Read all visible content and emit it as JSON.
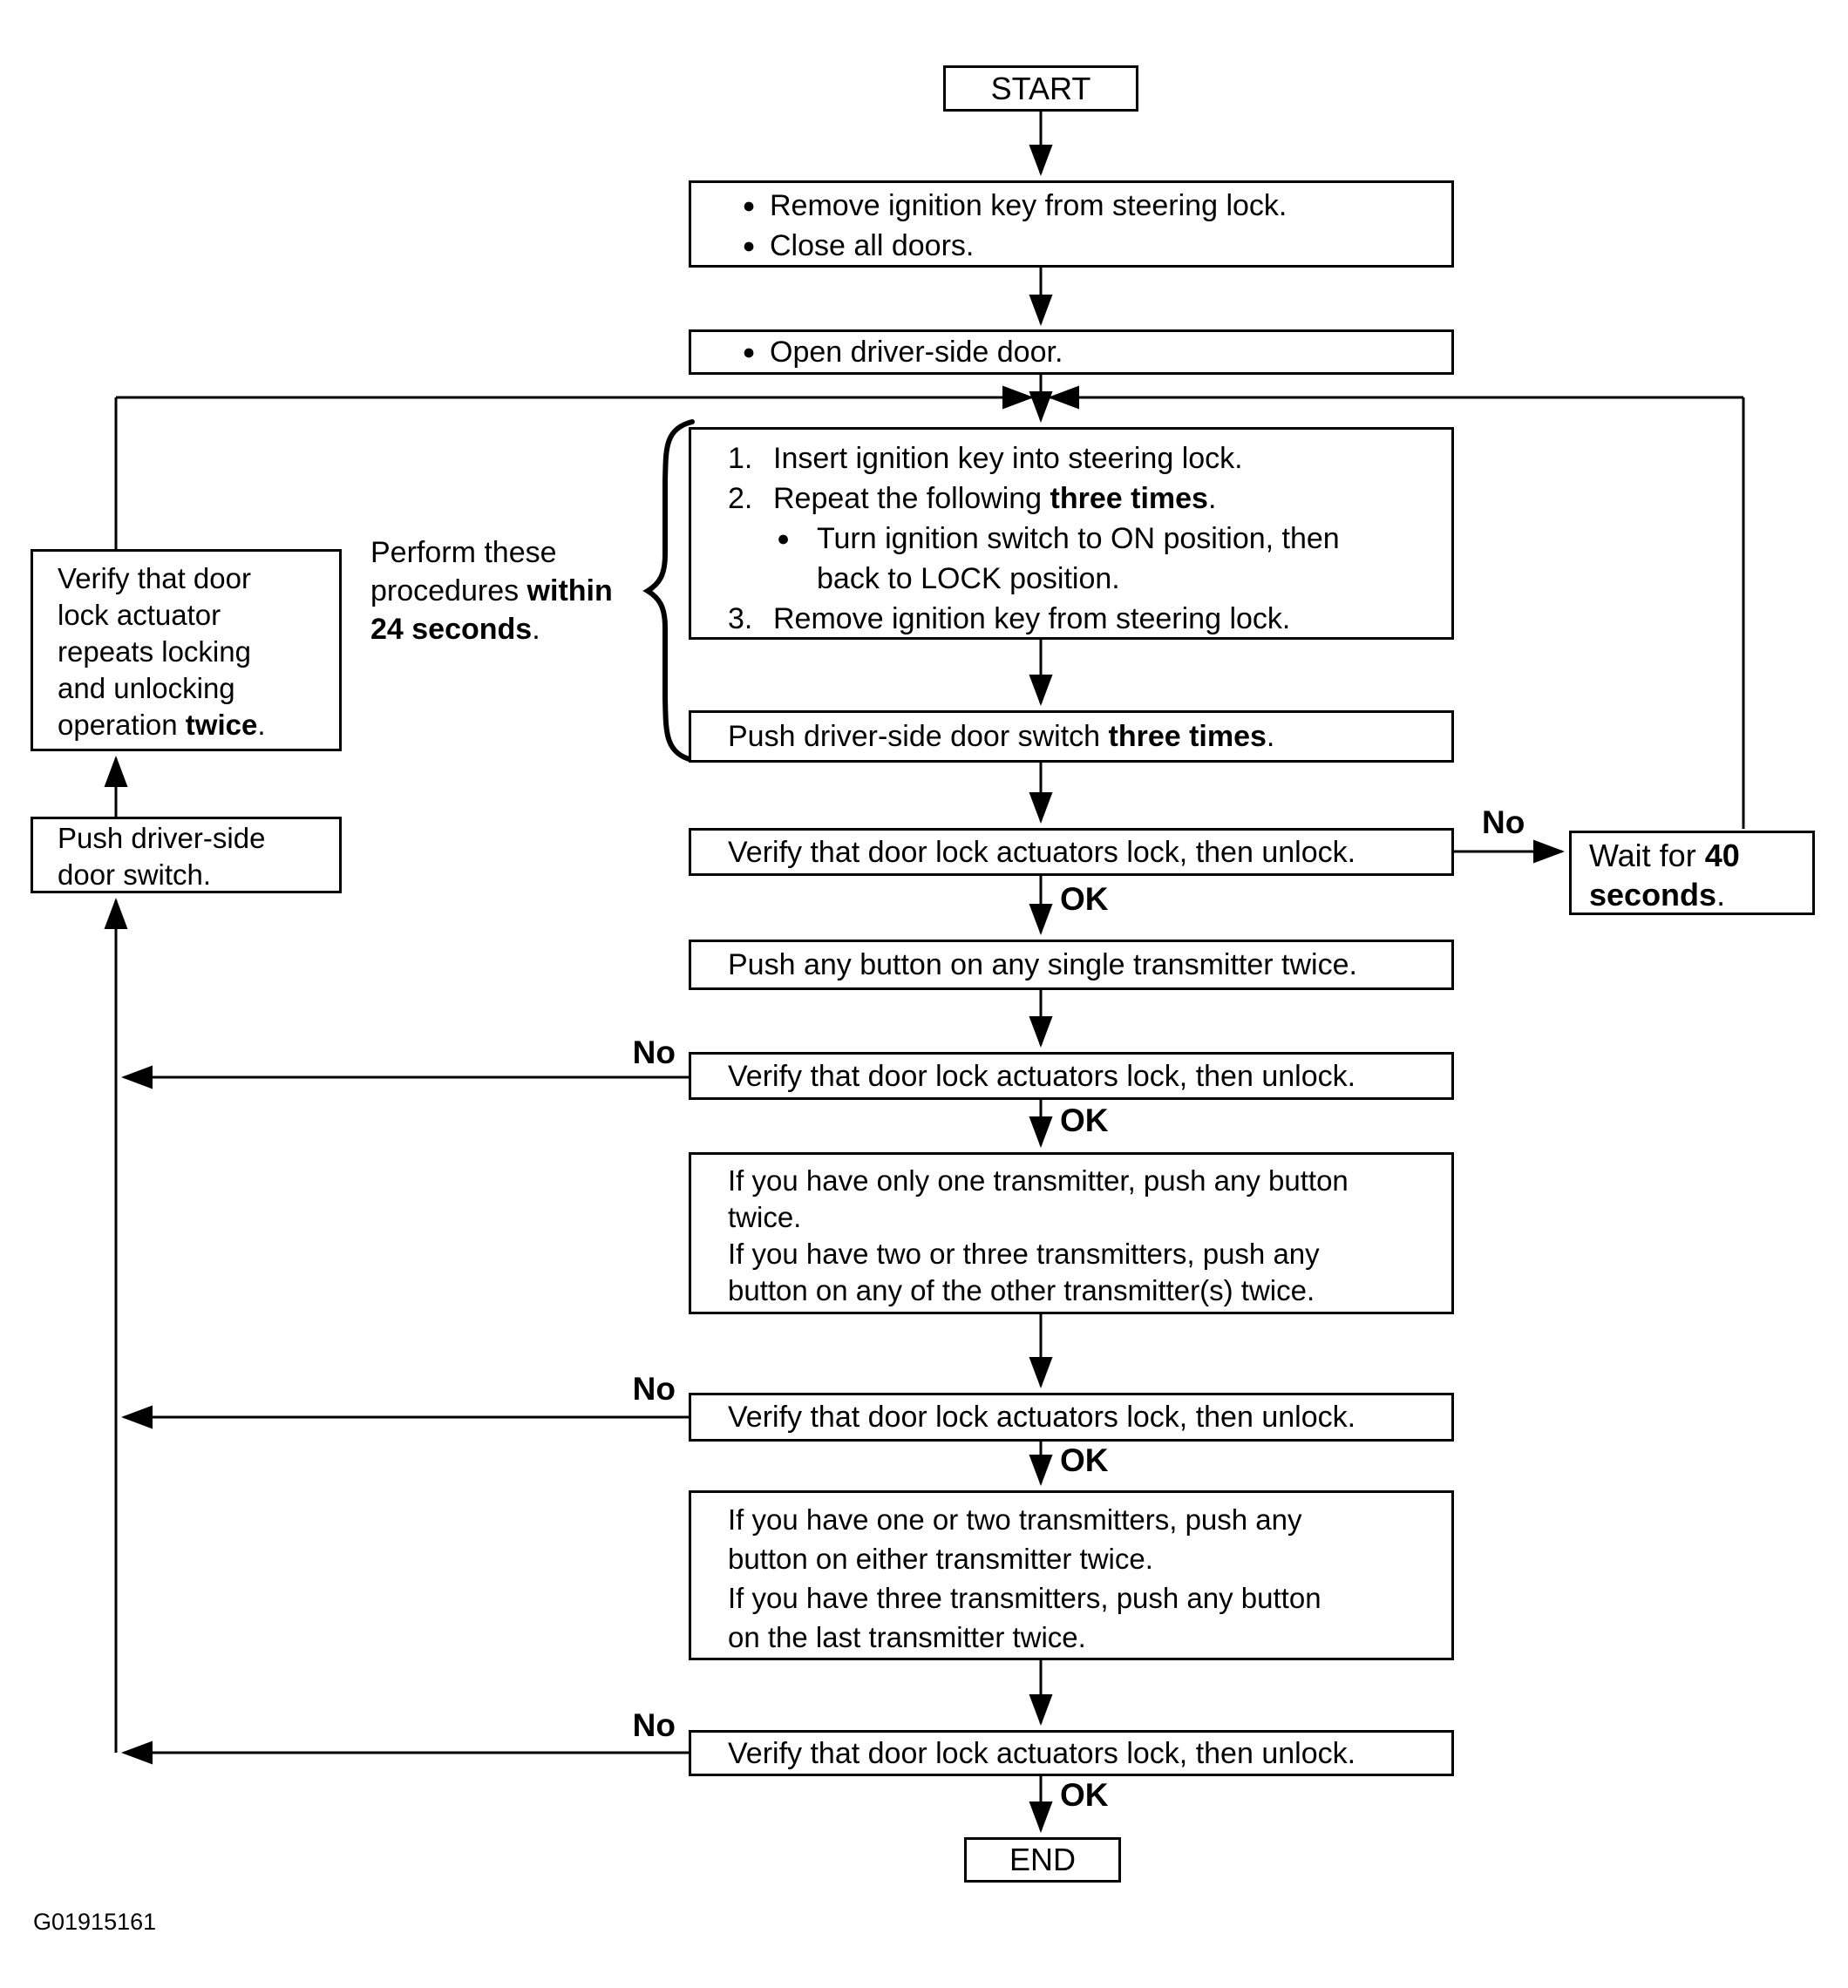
{
  "figure_id": "G01915161",
  "colors": {
    "ink": "#000000",
    "paper": "#ffffff"
  },
  "labels": {
    "start": "START",
    "end": "END",
    "no": "No",
    "ok": "OK"
  },
  "bullet_char": "●",
  "note_perform": [
    "Perform these",
    [
      {
        "t": "procedures "
      },
      {
        "t": "within",
        "b": true
      }
    ],
    [
      {
        "t": "24 seconds",
        "b": true
      },
      {
        "t": "."
      }
    ]
  ],
  "boxes": {
    "prepare": {
      "bullets": [
        "Remove ignition key from steering lock.",
        "Close all doors."
      ]
    },
    "open_door": {
      "bullets": [
        "Open driver-side door."
      ]
    },
    "key_cycle": {
      "steps": [
        {
          "num": "1.",
          "text": "Insert ignition key into steering lock."
        },
        {
          "num": "2.",
          "text": [
            {
              "t": "Repeat the following "
            },
            {
              "t": "three times",
              "b": true
            },
            {
              "t": "."
            }
          ]
        },
        {
          "num": "●",
          "text": [
            "Turn ignition switch to ON position, then",
            "back to LOCK position."
          ]
        },
        {
          "num": "3.",
          "text": "Remove ignition key from steering lock."
        }
      ]
    },
    "push_switch_three_times": [
      {
        "t": "Push driver-side door switch "
      },
      {
        "t": "three times",
        "b": true
      },
      {
        "t": "."
      }
    ],
    "verify_lock_unlock": "Verify that door lock actuators lock, then unlock.",
    "push_any_single": "Push any button on any single transmitter twice.",
    "first_transmitter": [
      "If you have only one transmitter, push any button",
      "twice.",
      "If you have two or three transmitters, push any",
      "button on any of the other transmitter(s) twice."
    ],
    "last_transmitter": [
      "If you have one or two transmitters, push any",
      "button on either transmitter twice.",
      "If you have three transmitters, push any button",
      "on the last transmitter twice."
    ],
    "wait_40": [
      [
        {
          "t": "Wait for "
        },
        {
          "t": "40",
          "b": true
        }
      ],
      [
        {
          "t": "seconds",
          "b": true
        },
        {
          "t": "."
        }
      ]
    ],
    "verify_repeat": [
      "Verify that door",
      "lock actuator",
      "repeats locking",
      "and unlocking",
      [
        {
          "t": "operation "
        },
        {
          "t": "twice",
          "b": true
        },
        {
          "t": "."
        }
      ]
    ],
    "push_door_switch": [
      "Push driver-side",
      "door switch."
    ]
  }
}
